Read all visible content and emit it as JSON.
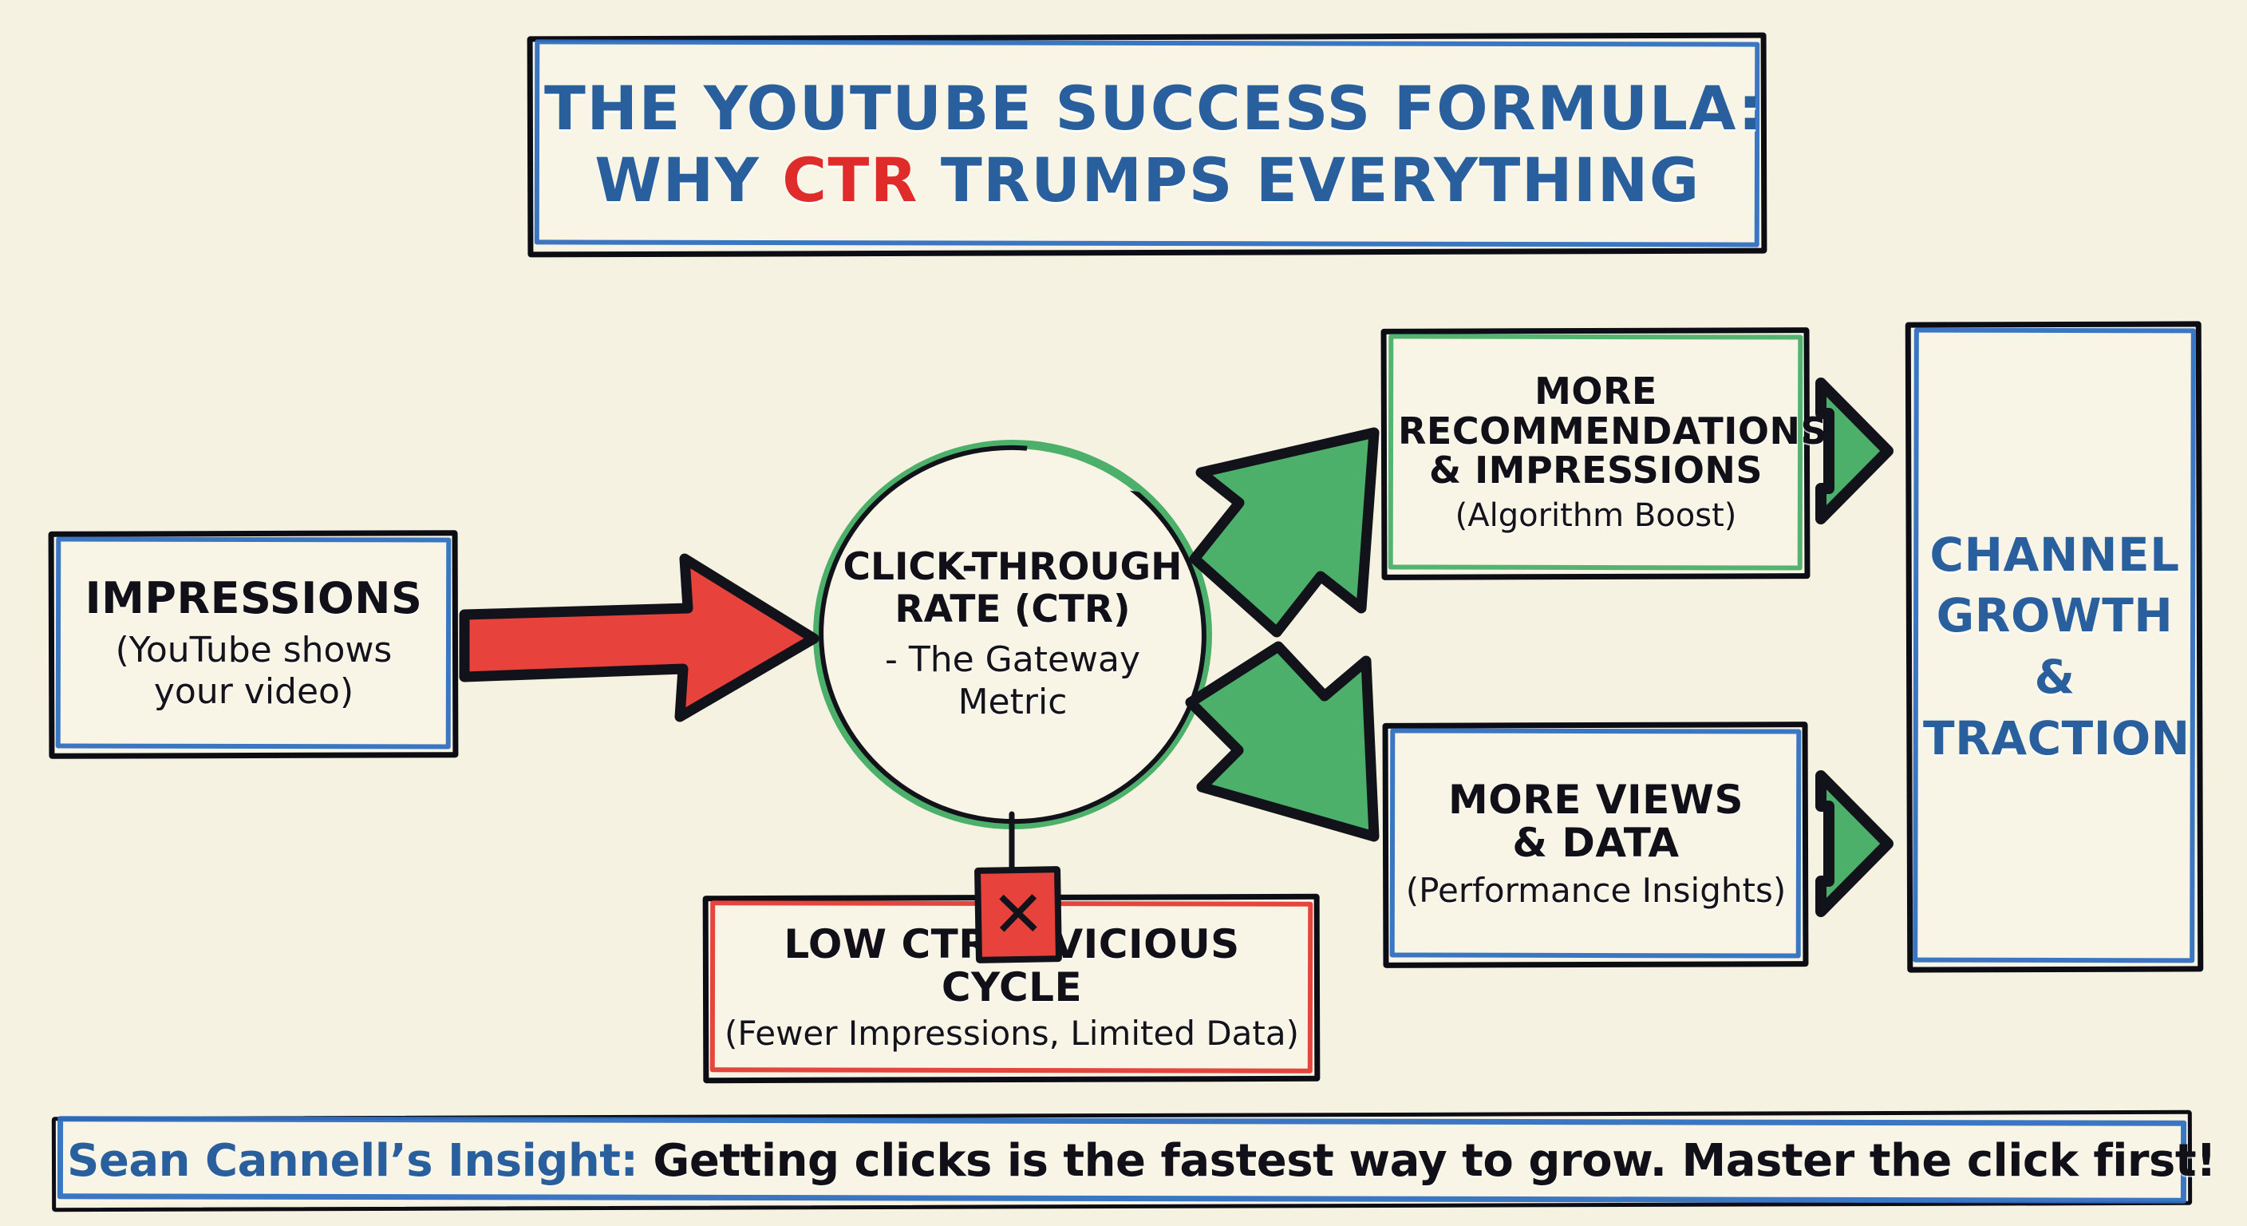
{
  "palette": {
    "background": "#f6f2e2",
    "panel": "#f9f5e6",
    "blue": "#2a5f9e",
    "blue_border": "#2f6fc0",
    "green": "#4caf6a",
    "red": "#e33b34",
    "red_arrow": "#e8423c",
    "ink": "#12121a"
  },
  "title": {
    "line1": "THE YOUTUBE SUCCESS FORMULA:",
    "line2_before": "WHY ",
    "line2_highlight": "CTR",
    "line2_after": " TRUMPS EVERYTHING"
  },
  "nodes": {
    "impressions": {
      "heading": "IMPRESSIONS",
      "subtitle_line1": "(YouTube shows",
      "subtitle_line2": "your video)"
    },
    "ctr": {
      "heading_line1": "CLICK-THROUGH",
      "heading_line2": "RATE (CTR)",
      "subtitle_line1": "- The Gateway",
      "subtitle_line2": "Metric"
    },
    "recommendations": {
      "heading_line1": "MORE",
      "heading_line2": "RECOMMENDATIONS",
      "heading_line3": "& IMPRESSIONS",
      "subtitle": "(Algorithm Boost)"
    },
    "views": {
      "heading_line1": "MORE VIEWS",
      "heading_line2": "& DATA",
      "subtitle": "(Performance Insights)"
    },
    "growth": {
      "line1": "CHANNEL",
      "line2": "GROWTH",
      "line3": "&",
      "line4": "TRACTION"
    },
    "low_ctr": {
      "badge_icon": "x-mark-icon",
      "badge_glyph": "✕",
      "heading": "LOW CTR = VICIOUS CYCLE",
      "subtitle": "(Fewer Impressions, Limited Data)"
    }
  },
  "connectors": {
    "impressions_to_ctr": "red-arrow-right",
    "ctr_to_recommendations": "green-arrow-up-right",
    "ctr_to_views": "green-arrow-down-right",
    "recommendations_to_growth": "green-arrow-right-small",
    "views_to_growth": "green-arrow-right-small",
    "ctr_to_low_ctr": "vertical-line"
  },
  "footer": {
    "attribution": "Sean Cannell’s Insight:",
    "message": " Getting clicks is the fastest way to grow. Master the click first!"
  }
}
